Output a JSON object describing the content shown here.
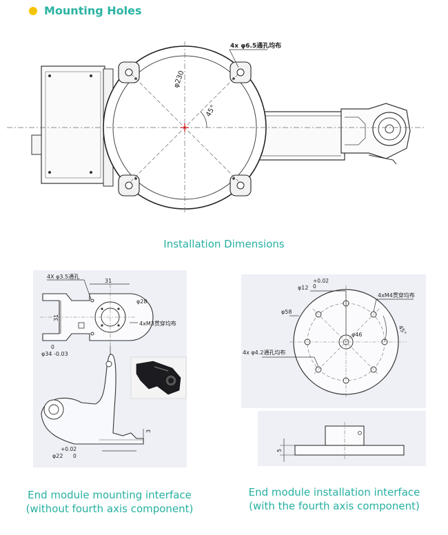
{
  "header": {
    "title": "Mounting Holes",
    "bullet_color": "#f5c400",
    "accent_color": "#2bb3a3"
  },
  "top_drawing": {
    "hole_note": "4x φ6.5通孔均布",
    "diameter": "φ230",
    "angle": "45°",
    "caption": "Installation Dimensions"
  },
  "left_drawing": {
    "hole_note": "4X φ3.5通孔",
    "dim_31_h": "31",
    "dim_31_v": "31",
    "dim_phi28": "φ28",
    "thread_note": "4xM3贯穿均布",
    "tol_zero": "0",
    "dim_phi34": "φ34 -0.03",
    "tol_plus": "+0.02",
    "dim_phi22": "φ22",
    "tol_zero_2": "0",
    "dim_3": "3",
    "caption_line1": "End module mounting interface",
    "caption_line2": "(without fourth axis component)"
  },
  "right_drawing": {
    "tol_plus": "+0.02",
    "tol_zero": "0",
    "dim_phi12": "φ12",
    "thread_note": "4xM4贯穿均布",
    "dim_phi58": "φ58",
    "dim_phi46": "φ46",
    "angle": "45°",
    "hole_note": "4x φ4.2通孔均布",
    "dim_5": "5",
    "caption_line1": "End module installation interface",
    "caption_line2": "(with the fourth axis component)"
  }
}
